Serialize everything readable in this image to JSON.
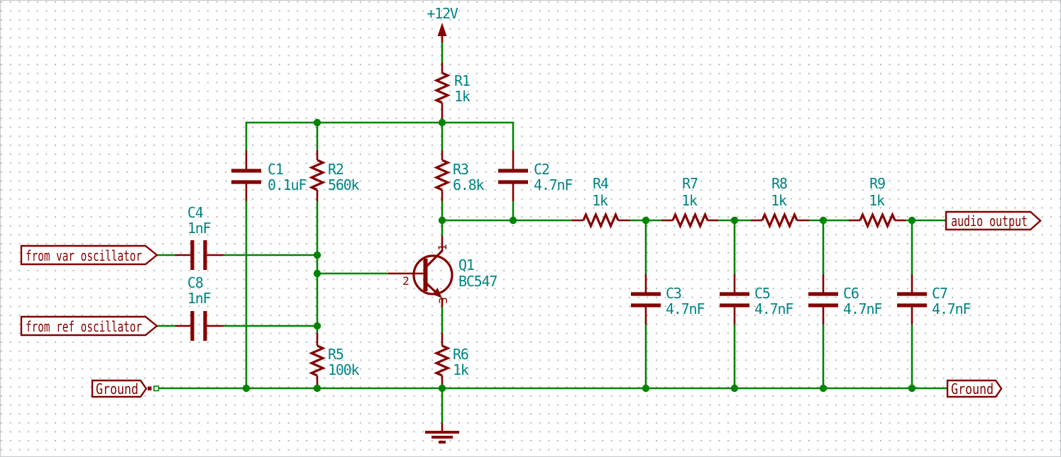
{
  "power_label": "+12V",
  "labels": {
    "from_var": "from_var_oscillator",
    "from_ref": "from_ref_oscillator",
    "audio_output": "audio_output",
    "ground_left": "Ground",
    "ground_right": "Ground"
  },
  "components": {
    "R1": {
      "ref": "R1",
      "value": "1k"
    },
    "R2": {
      "ref": "R2",
      "value": "560k"
    },
    "R3": {
      "ref": "R3",
      "value": "6.8k"
    },
    "R4": {
      "ref": "R4",
      "value": "1k"
    },
    "R5": {
      "ref": "R5",
      "value": "100k"
    },
    "R6": {
      "ref": "R6",
      "value": "1k"
    },
    "R7": {
      "ref": "R7",
      "value": "1k"
    },
    "R8": {
      "ref": "R8",
      "value": "1k"
    },
    "R9": {
      "ref": "R9",
      "value": "1k"
    },
    "C1": {
      "ref": "C1",
      "value": "0.1uF"
    },
    "C2": {
      "ref": "C2",
      "value": "4.7nF"
    },
    "C3": {
      "ref": "C3",
      "value": "4.7nF"
    },
    "C4": {
      "ref": "C4",
      "value": "1nF"
    },
    "C5": {
      "ref": "C5",
      "value": "4.7nF"
    },
    "C6": {
      "ref": "C6",
      "value": "4.7nF"
    },
    "C7": {
      "ref": "C7",
      "value": "4.7nF"
    },
    "C8": {
      "ref": "C8",
      "value": "1nF"
    },
    "Q1": {
      "ref": "Q1",
      "value": "BC547",
      "pin_collector": "1",
      "pin_base": "2",
      "pin_emitter": "3"
    }
  },
  "colors": {
    "wire": "#008400",
    "symbol": "#840000",
    "field_text": "#008484",
    "grid_dot": "#b4b4b4",
    "background": "#ffffff"
  }
}
